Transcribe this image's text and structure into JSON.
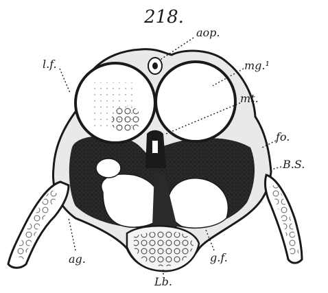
{
  "figure": {
    "number": "218.",
    "labels": {
      "aop": "aop.",
      "lf": "l.f.",
      "mg1": "mg.¹",
      "mt": "mt.",
      "fo": "fo.",
      "bs": "B.S.",
      "ag": "ag.",
      "gf": "g.f.",
      "lb": "Lb."
    }
  },
  "colors": {
    "ink": "#1a1a1a",
    "tissue_dark": "#2a2a2a",
    "paper": "#ffffff"
  }
}
